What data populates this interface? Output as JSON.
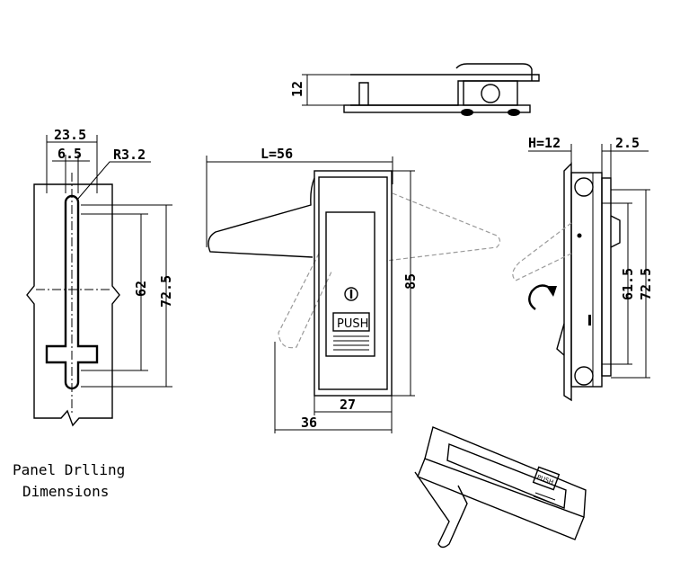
{
  "drilling": {
    "width_label": "23.5",
    "inner_width_label": "6.5",
    "radius_label": "R3.2",
    "slot_height_label": "62",
    "overall_height_label": "72.5",
    "caption_line1": "Panel Drlling",
    "caption_line2": "Dimensions"
  },
  "top_view": {
    "height_label": "12"
  },
  "front_view": {
    "handle_length_label": "L=56",
    "height_label": "85",
    "body_width_label": "27",
    "total_width_label": "36",
    "push_label": "PUSH"
  },
  "side_view": {
    "h_label": "H=12",
    "offset_label": "2.5",
    "inner_height_label": "61.5",
    "outer_height_label": "72.5"
  },
  "iso_view": {
    "push_label": "PUSH"
  }
}
